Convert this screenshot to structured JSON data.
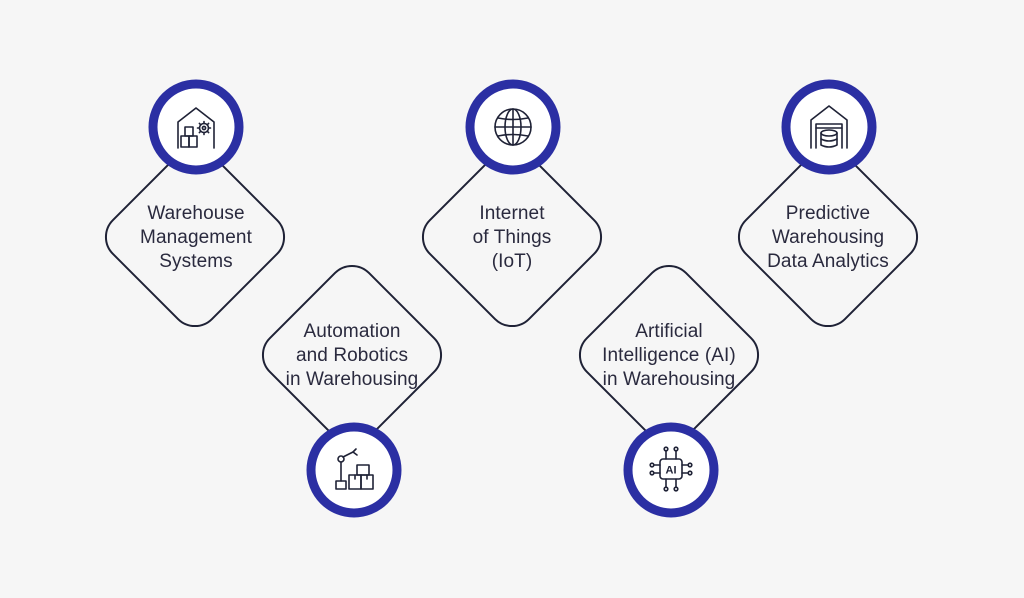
{
  "colors": {
    "background": "#f6f6f6",
    "diamond_stroke": "#1f2236",
    "ring": "#2b2fa3",
    "icon_stroke": "#1f2236",
    "text": "#2a2a3e"
  },
  "cards": [
    {
      "id": "wms",
      "lines": [
        "Warehouse",
        "Management",
        "Systems"
      ],
      "icon": "warehouse-gear-icon",
      "icon_position": "top"
    },
    {
      "id": "automation",
      "lines": [
        "Automation",
        "and Robotics",
        "in Warehousing"
      ],
      "icon": "robot-arm-icon",
      "icon_position": "bottom"
    },
    {
      "id": "iot",
      "lines": [
        "Internet",
        "of Things",
        "(IoT)"
      ],
      "icon": "globe-icon",
      "icon_position": "top"
    },
    {
      "id": "ai",
      "lines": [
        "Artificial",
        "Intelligence (AI)",
        "in Warehousing"
      ],
      "icon": "ai-chip-icon",
      "icon_position": "bottom",
      "icon_text": "AI"
    },
    {
      "id": "analytics",
      "lines": [
        "Predictive",
        "Warehousing",
        "Data Analytics"
      ],
      "icon": "warehouse-database-icon",
      "icon_position": "top"
    }
  ]
}
